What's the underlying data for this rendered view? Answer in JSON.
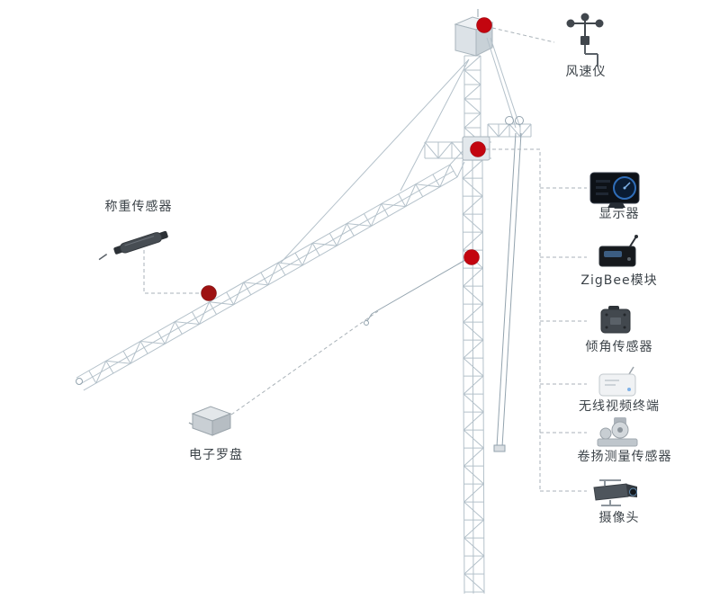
{
  "labels": {
    "anemometer": "风速仪",
    "load_cell": "称重传感器",
    "compass": "电子罗盘",
    "display": "显示器",
    "zigbee": "ZigBee模块",
    "tilt_sensor": "倾角传感器",
    "wireless_video": "无线视频终端",
    "hoist_sensor": "卷扬测量传感器",
    "camera": "摄像头"
  },
  "colors": {
    "background": "#ffffff",
    "crane": "#b4c1ca",
    "crane_dark": "#93a3ae",
    "connector": "#a9b2b8",
    "marker_red": "#c3050f",
    "marker_dark_red": "#9e1212",
    "label_text": "#3c4349"
  },
  "markers": [
    {
      "id": "crane-top-marker",
      "links_to": "anemometer"
    },
    {
      "id": "slewing-marker",
      "links_to": "right_component_column"
    },
    {
      "id": "mast-marker",
      "links_to": "compass"
    },
    {
      "id": "jib-marker",
      "links_to": "load_cell"
    }
  ]
}
